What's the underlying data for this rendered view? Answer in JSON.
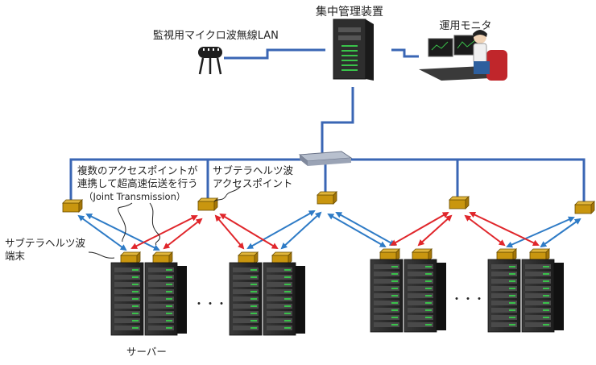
{
  "labels": {
    "central": "集中管理装置",
    "monitor": "運用モニタ",
    "wireless_lan": "監視用マイクロ波無線LAN",
    "joint_line1": "複数のアクセスポイントが",
    "joint_line2": "連携して超高速伝送を行う",
    "joint_line3": "（Joint Transmission）",
    "ap_line1": "サブテラヘルツ波",
    "ap_line2": "アクセスポイント",
    "terminal_line1": "サブテラヘルツ波",
    "terminal_line2": "端末",
    "server": "サーバー",
    "ellipsis_left": "・・・",
    "ellipsis_right": "・・・"
  },
  "colors": {
    "network_line": "#3a66b4",
    "blue_link": "#2e7bc6",
    "red_link": "#e0262b",
    "ap_box": "#c9960f",
    "server_body": "#2b2b2b",
    "server_led": "#39c24a"
  },
  "icons": {
    "central": "server-tower-icon",
    "monitor": "operator-workstation-icon",
    "wireless": "antenna-icon",
    "switch": "network-switch-icon",
    "ap": "access-point-icon",
    "rack": "server-rack-icon"
  }
}
